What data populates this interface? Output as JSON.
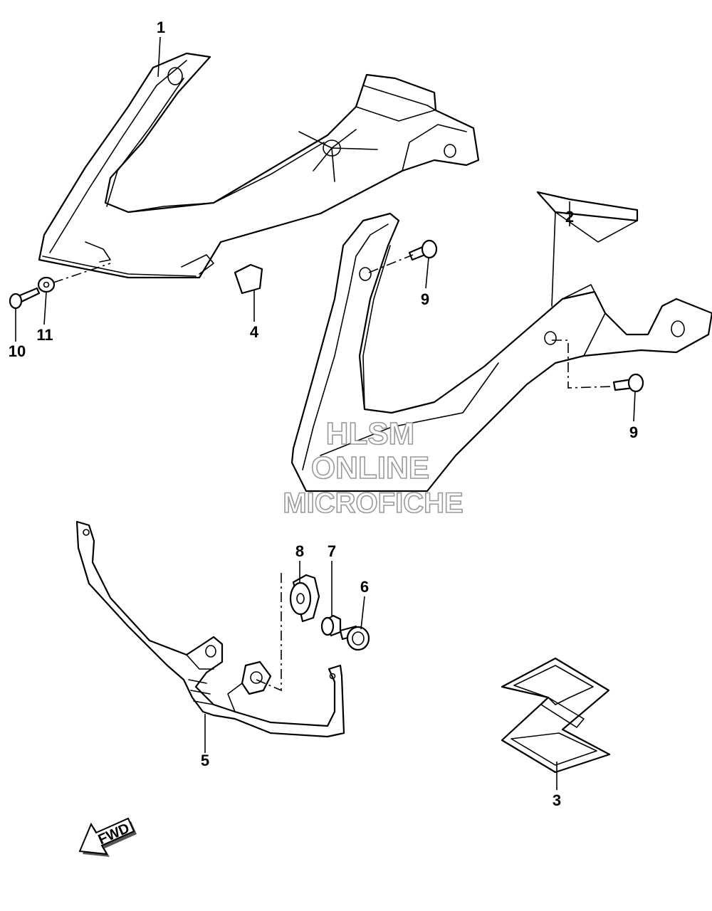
{
  "callouts": {
    "c1": "1",
    "c2": "2",
    "c3": "3",
    "c4": "4",
    "c5": "5",
    "c6": "6",
    "c7": "7",
    "c8": "8",
    "c9a": "9",
    "c9b": "9",
    "c10": "10",
    "c11": "11"
  },
  "watermark": {
    "line1": "HLSM",
    "line2": "ONLINE",
    "line3": "MICROFICHE"
  },
  "direction_arrow": {
    "label": "FWD"
  }
}
